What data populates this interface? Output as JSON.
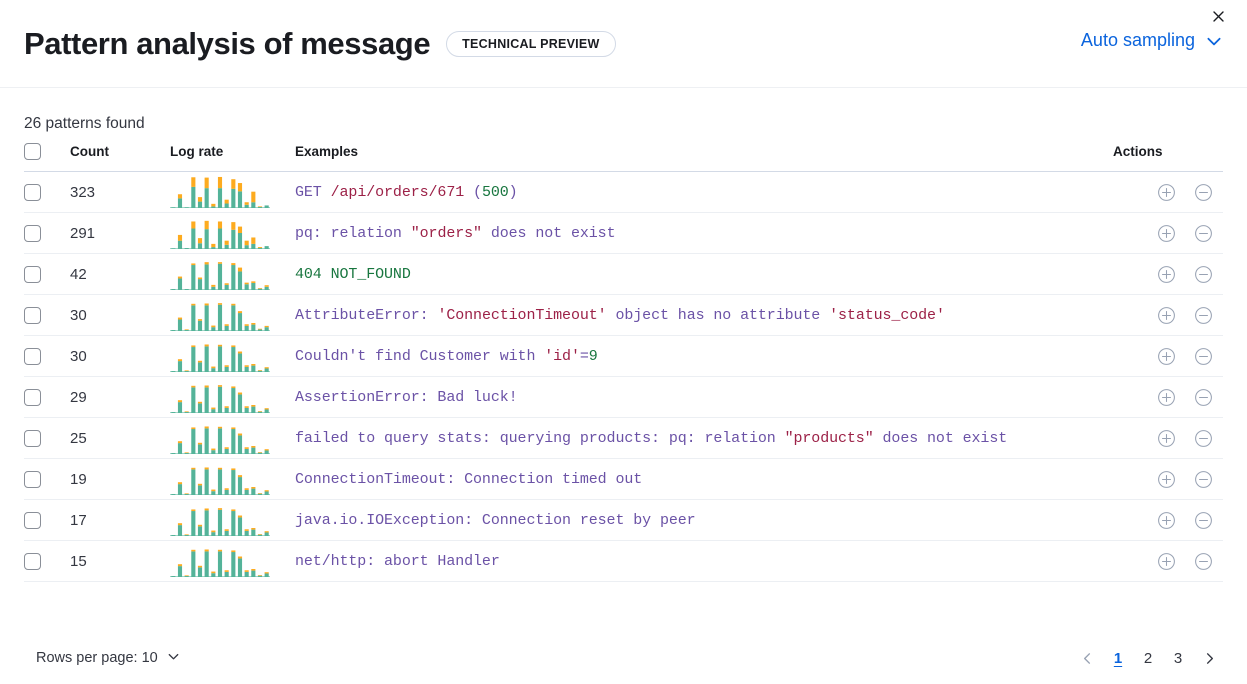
{
  "header": {
    "title": "Pattern analysis of message",
    "badge": "TECHNICAL PREVIEW",
    "sampling_label": "Auto sampling",
    "chevron_icon": "chevron-down-icon",
    "close_icon": "close-icon"
  },
  "summary": {
    "patterns_found": "26 patterns found"
  },
  "table": {
    "columns": {
      "select_all": "",
      "count": "Count",
      "log_rate": "Log rate",
      "examples": "Examples",
      "actions": "Actions"
    },
    "rows": [
      {
        "count": "323",
        "example_plain": "GET /api/orders/671 (500)",
        "tokens": [
          {
            "t": "GET ",
            "c": "default"
          },
          {
            "t": "/api/orders/671",
            "c": "str"
          },
          {
            "t": " (",
            "c": "default"
          },
          {
            "t": "500",
            "c": "num"
          },
          {
            "t": ")",
            "c": "default"
          }
        ],
        "sparkline": {
          "teal": [
            0.02,
            0.3,
            0.02,
            0.66,
            0.2,
            0.62,
            0.05,
            0.62,
            0.14,
            0.6,
            0.52,
            0.1,
            0.18,
            0.03,
            0.08
          ],
          "orange": [
            0.0,
            0.13,
            0.0,
            0.3,
            0.14,
            0.33,
            0.08,
            0.35,
            0.12,
            0.3,
            0.26,
            0.08,
            0.33,
            0.02,
            0.0
          ]
        }
      },
      {
        "count": "291",
        "example_plain": "pq: relation \"orders\" does not exist",
        "tokens": [
          {
            "t": "pq: relation ",
            "c": "default"
          },
          {
            "t": "\"orders\"",
            "c": "str"
          },
          {
            "t": " does not exist",
            "c": "default"
          }
        ],
        "sparkline": {
          "teal": [
            0.02,
            0.26,
            0.03,
            0.64,
            0.18,
            0.62,
            0.06,
            0.64,
            0.13,
            0.6,
            0.5,
            0.12,
            0.16,
            0.03,
            0.09
          ],
          "orange": [
            0.0,
            0.18,
            0.0,
            0.22,
            0.16,
            0.26,
            0.1,
            0.22,
            0.13,
            0.24,
            0.2,
            0.14,
            0.2,
            0.03,
            0.0
          ]
        }
      },
      {
        "count": "42",
        "example_plain": "404 NOT_FOUND",
        "tokens": [
          {
            "t": "404 NOT_FOUND",
            "c": "num"
          }
        ],
        "sparkline": {
          "teal": [
            0.03,
            0.36,
            0.03,
            0.78,
            0.34,
            0.8,
            0.1,
            0.82,
            0.16,
            0.78,
            0.58,
            0.18,
            0.22,
            0.04,
            0.1
          ],
          "orange": [
            0.0,
            0.06,
            0.0,
            0.05,
            0.05,
            0.07,
            0.06,
            0.05,
            0.05,
            0.06,
            0.12,
            0.05,
            0.05,
            0.02,
            0.05
          ]
        }
      },
      {
        "count": "30",
        "example_plain": "AttributeError: 'ConnectionTimeout' object has no attribute 'status_code'",
        "tokens": [
          {
            "t": "AttributeError: ",
            "c": "default"
          },
          {
            "t": "'ConnectionTimeout'",
            "c": "str"
          },
          {
            "t": " object has no attribute ",
            "c": "default"
          },
          {
            "t": "'status_code'",
            "c": "str"
          }
        ],
        "sparkline": {
          "teal": [
            0.03,
            0.36,
            0.03,
            0.8,
            0.32,
            0.8,
            0.12,
            0.82,
            0.16,
            0.8,
            0.56,
            0.16,
            0.2,
            0.05,
            0.12
          ],
          "orange": [
            0.0,
            0.06,
            0.02,
            0.05,
            0.05,
            0.06,
            0.05,
            0.05,
            0.05,
            0.05,
            0.06,
            0.05,
            0.05,
            0.02,
            0.04
          ]
        }
      },
      {
        "count": "30",
        "example_plain": "Couldn't find Customer with 'id'=9",
        "tokens": [
          {
            "t": "Couldn't find Customer with ",
            "c": "default"
          },
          {
            "t": "'id'",
            "c": "str"
          },
          {
            "t": "=",
            "c": "default"
          },
          {
            "t": "9",
            "c": "num"
          }
        ],
        "sparkline": {
          "teal": [
            0.03,
            0.34,
            0.03,
            0.78,
            0.3,
            0.8,
            0.12,
            0.8,
            0.16,
            0.78,
            0.58,
            0.16,
            0.2,
            0.04,
            0.11
          ],
          "orange": [
            0.0,
            0.06,
            0.02,
            0.05,
            0.05,
            0.06,
            0.05,
            0.05,
            0.05,
            0.05,
            0.06,
            0.05,
            0.05,
            0.02,
            0.04
          ]
        }
      },
      {
        "count": "29",
        "example_plain": "AssertionError: Bad luck!",
        "tokens": [
          {
            "t": "AssertionError: Bad luck!",
            "c": "default"
          }
        ],
        "sparkline": {
          "teal": [
            0.03,
            0.34,
            0.03,
            0.8,
            0.3,
            0.8,
            0.12,
            0.82,
            0.16,
            0.78,
            0.58,
            0.16,
            0.2,
            0.04,
            0.11
          ],
          "orange": [
            0.0,
            0.06,
            0.02,
            0.05,
            0.05,
            0.06,
            0.05,
            0.05,
            0.05,
            0.05,
            0.06,
            0.05,
            0.05,
            0.02,
            0.04
          ]
        }
      },
      {
        "count": "25",
        "example_plain": "failed to query stats: querying products: pq: relation \"products\" does not exist",
        "tokens": [
          {
            "t": "failed to query stats: querying products: pq: relation ",
            "c": "default"
          },
          {
            "t": "\"products\"",
            "c": "str"
          },
          {
            "t": " does not exist",
            "c": "default"
          }
        ],
        "sparkline": {
          "teal": [
            0.03,
            0.34,
            0.03,
            0.78,
            0.3,
            0.8,
            0.12,
            0.8,
            0.16,
            0.78,
            0.58,
            0.16,
            0.2,
            0.04,
            0.11
          ],
          "orange": [
            0.0,
            0.06,
            0.02,
            0.05,
            0.05,
            0.06,
            0.05,
            0.05,
            0.05,
            0.05,
            0.06,
            0.05,
            0.05,
            0.02,
            0.04
          ]
        }
      },
      {
        "count": "19",
        "example_plain": "ConnectionTimeout: Connection timed out",
        "tokens": [
          {
            "t": "ConnectionTimeout: Connection timed out",
            "c": "default"
          }
        ],
        "sparkline": {
          "teal": [
            0.03,
            0.34,
            0.03,
            0.8,
            0.3,
            0.8,
            0.12,
            0.8,
            0.16,
            0.78,
            0.56,
            0.16,
            0.2,
            0.04,
            0.11
          ],
          "orange": [
            0.0,
            0.06,
            0.02,
            0.05,
            0.05,
            0.06,
            0.05,
            0.05,
            0.05,
            0.05,
            0.06,
            0.05,
            0.05,
            0.02,
            0.04
          ]
        }
      },
      {
        "count": "17",
        "example_plain": "java.io.IOException: Connection reset by peer",
        "tokens": [
          {
            "t": "java.io.IOException: Connection reset by peer",
            "c": "default"
          }
        ],
        "sparkline": {
          "teal": [
            0.03,
            0.34,
            0.03,
            0.78,
            0.3,
            0.8,
            0.12,
            0.82,
            0.16,
            0.78,
            0.58,
            0.16,
            0.2,
            0.04,
            0.11
          ],
          "orange": [
            0.0,
            0.06,
            0.02,
            0.05,
            0.05,
            0.06,
            0.05,
            0.05,
            0.05,
            0.05,
            0.06,
            0.05,
            0.05,
            0.02,
            0.04
          ]
        }
      },
      {
        "count": "15",
        "example_plain": "net/http: abort Handler",
        "tokens": [
          {
            "t": "net/http: abort Handler",
            "c": "default"
          }
        ],
        "sparkline": {
          "teal": [
            0.03,
            0.34,
            0.03,
            0.8,
            0.3,
            0.8,
            0.12,
            0.8,
            0.16,
            0.78,
            0.58,
            0.16,
            0.2,
            0.04,
            0.11
          ],
          "orange": [
            0.0,
            0.06,
            0.02,
            0.05,
            0.05,
            0.06,
            0.05,
            0.05,
            0.05,
            0.05,
            0.06,
            0.05,
            0.05,
            0.02,
            0.04
          ]
        }
      }
    ],
    "row_action_icons": [
      "plus-circle-icon",
      "minus-circle-icon"
    ]
  },
  "footer": {
    "rows_per_page_label": "Rows per page: 10",
    "rows_per_page_chevron": "chevron-down-icon",
    "prev_icon": "chevron-left-icon",
    "next_icon": "chevron-right-icon",
    "pages": [
      "1",
      "2",
      "3"
    ],
    "active_page": "1"
  },
  "colors": {
    "accent_link": "#0b64dd",
    "spark_teal": "#54b399",
    "spark_orange": "#fdab1f",
    "token_default": "#6b52a6",
    "token_string": "#9c2147",
    "token_number": "#18763f"
  }
}
